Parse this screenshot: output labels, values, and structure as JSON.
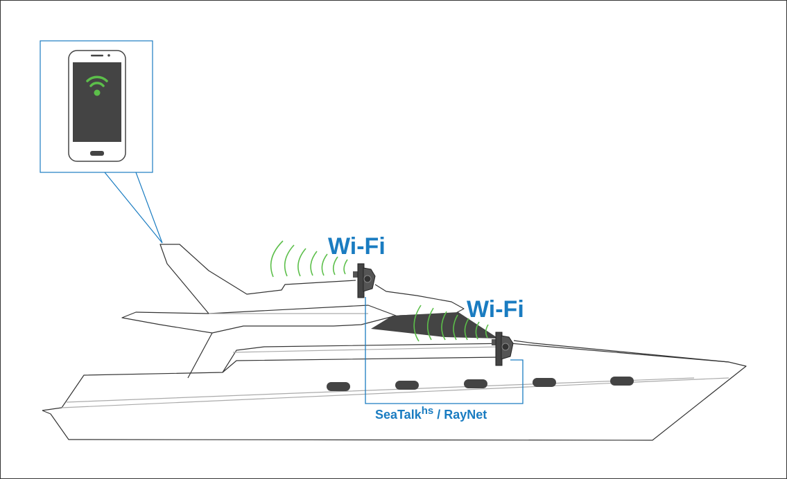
{
  "labels": {
    "wifi_upper": "Wi-Fi",
    "wifi_lower": "Wi-Fi",
    "network_prefix": "SeaTalk",
    "network_superscript": "hs",
    "network_suffix": " / RayNet"
  },
  "icons": [
    "smartphone-icon",
    "wifi-icon",
    "wifi-signal-icon",
    "display-unit-icon",
    "yacht-illustration"
  ],
  "colors": {
    "accent_blue": "#1a7cc1",
    "wifi_green": "#5cbf4a",
    "device_gray": "#4a4a4a"
  }
}
